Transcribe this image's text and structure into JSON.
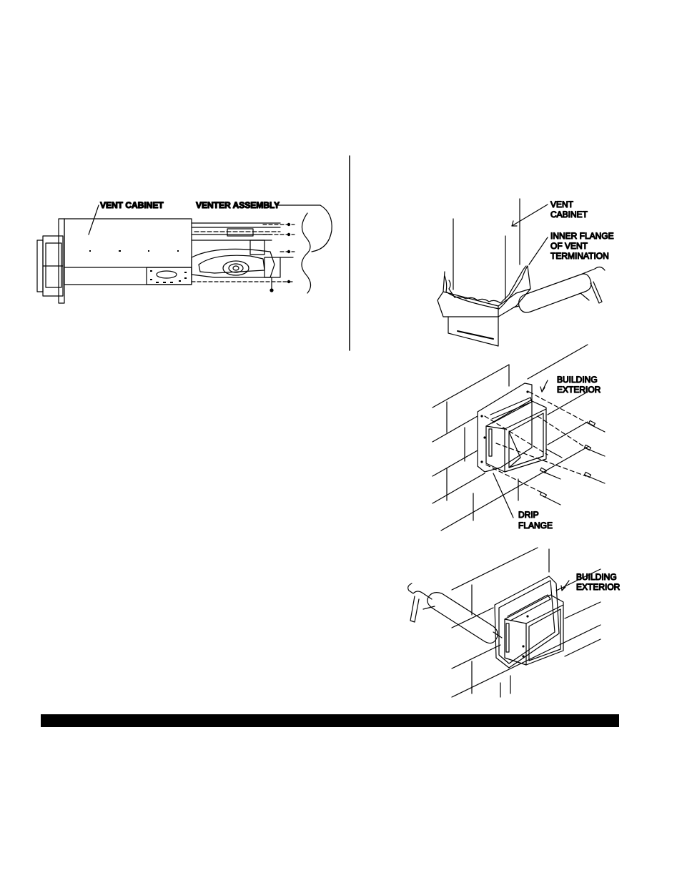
{
  "figures": {
    "venter": {
      "label_cabinet": "VENT CABINET",
      "label_assembly": "VENTER ASSEMBLY"
    },
    "cabinet": {
      "label_cabinet_1": "VENT",
      "label_cabinet_2": "CABINET",
      "label_flange_1": "INNER FLANGE",
      "label_flange_2": "OF VENT",
      "label_flange_3": "TERMINATION"
    },
    "mounting": {
      "label_ext_1": "BUILDING",
      "label_ext_2": "EXTERIOR",
      "label_drip_1": "DRIP",
      "label_drip_2": "FLANGE"
    },
    "caulking": {
      "label_ext_1": "BUILDING",
      "label_ext_2": "EXTERIOR"
    }
  },
  "colors": {
    "line": "#000000",
    "background": "#ffffff",
    "bar": "#000000"
  }
}
